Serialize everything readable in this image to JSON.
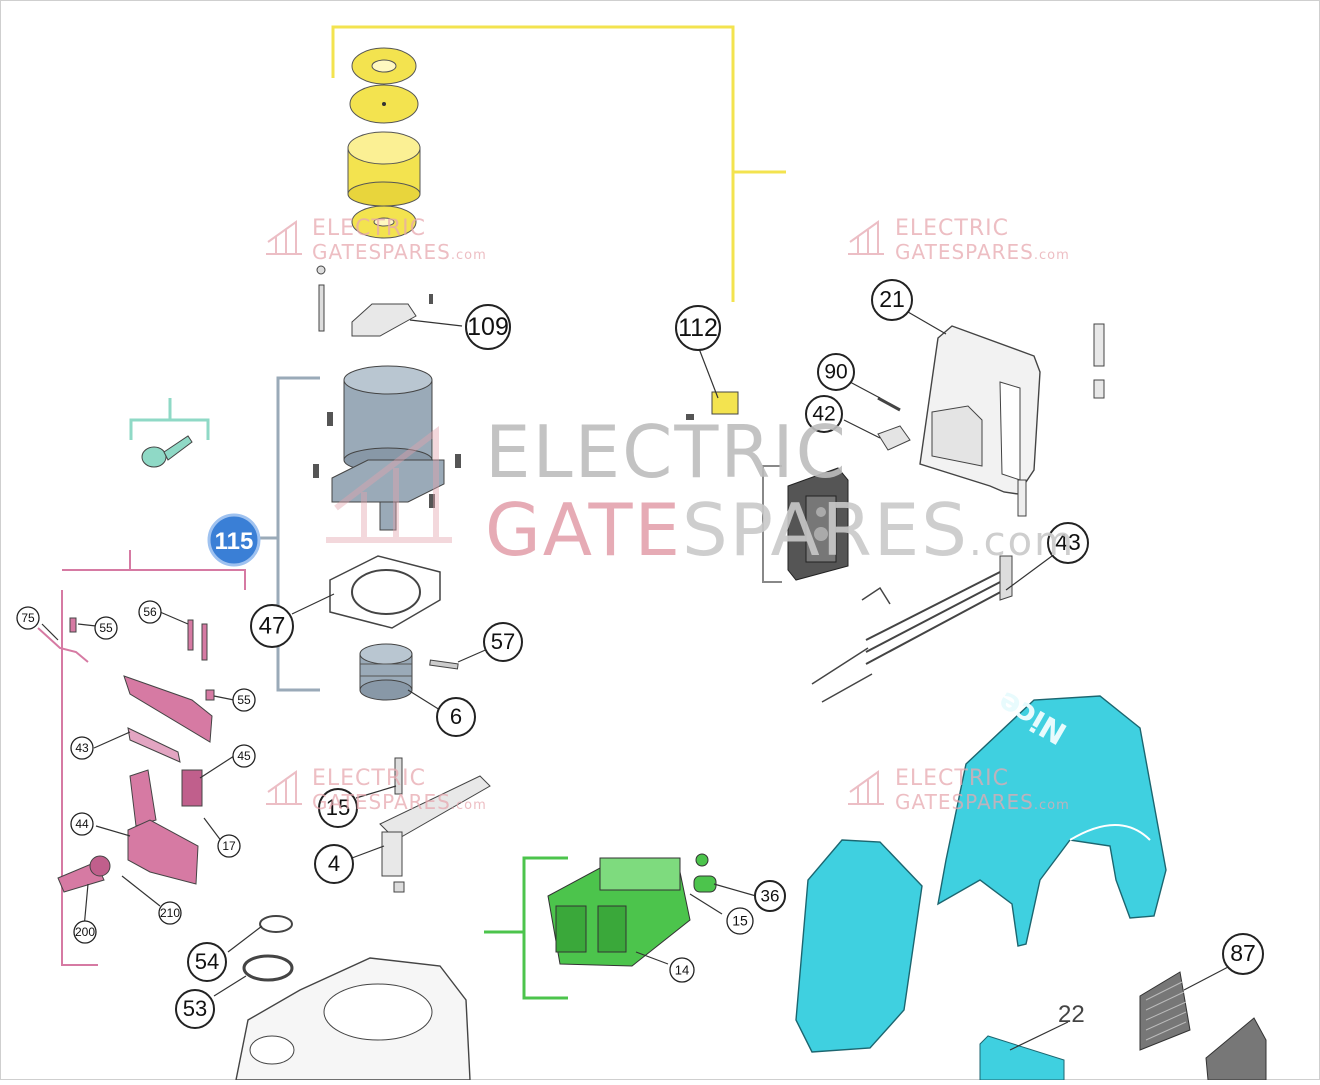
{
  "watermark": {
    "line1": "ELECTRIC",
    "line2_a": "GATE",
    "line2_b": "SPARES",
    "line2_c": ".com"
  },
  "callouts": [
    {
      "id": "109",
      "label": "109"
    },
    {
      "id": "112",
      "label": "112"
    },
    {
      "id": "21",
      "label": "21"
    },
    {
      "id": "90",
      "label": "90"
    },
    {
      "id": "42",
      "label": "42"
    },
    {
      "id": "43a",
      "label": "43"
    },
    {
      "id": "47",
      "label": "47"
    },
    {
      "id": "57",
      "label": "57"
    },
    {
      "id": "6",
      "label": "6"
    },
    {
      "id": "15a",
      "label": "15"
    },
    {
      "id": "4",
      "label": "4"
    },
    {
      "id": "36",
      "label": "36"
    },
    {
      "id": "15b",
      "label": "15"
    },
    {
      "id": "14",
      "label": "14"
    },
    {
      "id": "54",
      "label": "54"
    },
    {
      "id": "53",
      "label": "53"
    },
    {
      "id": "87",
      "label": "87"
    },
    {
      "id": "75",
      "label": "75"
    },
    {
      "id": "55a",
      "label": "55"
    },
    {
      "id": "56",
      "label": "56"
    },
    {
      "id": "55b",
      "label": "55"
    },
    {
      "id": "43b",
      "label": "43"
    },
    {
      "id": "45",
      "label": "45"
    },
    {
      "id": "17",
      "label": "17"
    },
    {
      "id": "44",
      "label": "44"
    },
    {
      "id": "210",
      "label": "210"
    },
    {
      "id": "200",
      "label": "200"
    }
  ],
  "plain_labels": {
    "part22": "22",
    "badge115": "115",
    "cover_logo": "Nice"
  },
  "colors": {
    "yellow": "#f3e34f",
    "blue_grey": "#9aaab8",
    "teal": "#8fd9c6",
    "pink": "#d67aa3",
    "green": "#4cc44c",
    "cyan": "#3fd0e0",
    "badge": "#3a7fd6"
  }
}
